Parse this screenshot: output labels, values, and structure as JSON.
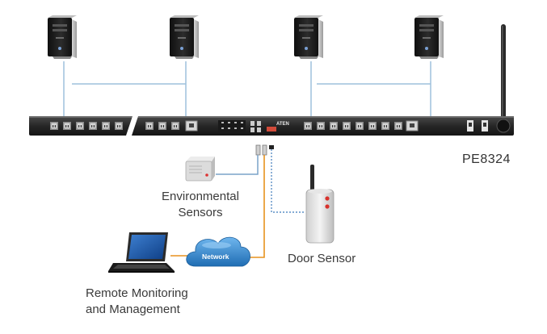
{
  "model_label": "PE8324",
  "pdu_brand": "ATEN",
  "network_label": "Network",
  "environmental_sensors_label": [
    "Environmental",
    "Sensors"
  ],
  "door_sensor_label": "Door Sensor",
  "remote_label": [
    "Remote Monitoring",
    "and Management"
  ],
  "colors": {
    "pdu_body": "#2b2b2b",
    "server_body": "#1f1f1f",
    "network_cloud": "#2e7fc8",
    "network_link": "#e8921e",
    "sensor_link": "#7aa3c8",
    "door_link": "#5b8fc5",
    "server_link": "#9ec0dc"
  }
}
